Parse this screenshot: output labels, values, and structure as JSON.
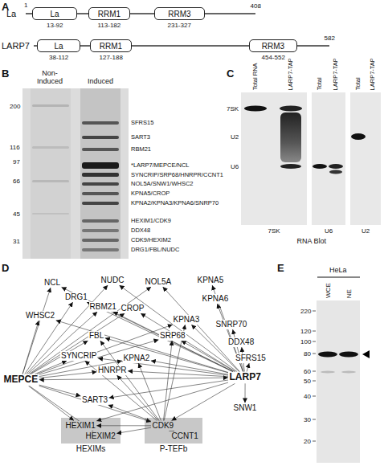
{
  "diagram": {
    "nodes": [
      {
        "text": [
          "La"
        ]
      },
      {
        "text": [
          "RRM1"
        ]
      },
      {
        "text": [
          "RRM3"
        ]
      },
      {
        "text": [
          "La"
        ]
      },
      {
        "text": [
          "RRM1"
        ]
      },
      {
        "text": [
          "RRM3"
        ]
      },
      {
        "text": [
          "NCL"
        ]
      },
      {
        "text": [
          "NUDC"
        ]
      },
      {
        "text": [
          "NOL5A"
        ]
      },
      {
        "text": [
          "KPNA5"
        ]
      },
      {
        "text": [
          "DRG1"
        ]
      },
      {
        "text": [
          "RBM21"
        ]
      },
      {
        "text": [
          "CROP"
        ]
      },
      {
        "text": [
          "KPNA6"
        ]
      },
      {
        "text": [
          "WHSC2"
        ]
      },
      {
        "text": [
          "KPNA3"
        ]
      },
      {
        "text": [
          "SNRP70"
        ]
      },
      {
        "text": [
          "SRP68"
        ]
      },
      {
        "text": [
          "DDX48"
        ]
      },
      {
        "text": [
          "FBL"
        ]
      },
      {
        "text": [
          "SFRS15"
        ]
      },
      {
        "text": [
          "SYNCRIP"
        ]
      },
      {
        "text": [
          "KPNA2"
        ]
      },
      {
        "text": [
          "HNRPR"
        ]
      },
      {
        "text": [
          "MEPCE"
        ]
      },
      {
        "text": [
          "LARP7"
        ]
      },
      {
        "text": [
          "SART3"
        ]
      },
      {
        "text": [
          "SNW1"
        ]
      },
      {
        "text": [
          "HEXIMs"
        ]
      },
      {
        "text": [
          "HEXIM1"
        ],
        "in": 28
      },
      {
        "text": [
          "HEXIM2"
        ],
        "in": 28
      },
      {
        "text": [
          "P-TEFb"
        ]
      },
      {
        "text": [
          "CDK9"
        ],
        "in": 31
      },
      {
        "text": [
          "CCNT1"
        ],
        "in": 31
      }
    ],
    "edges": [
      {
        "from": 24,
        "to": 6,
        "arrow": "to"
      },
      {
        "from": 24,
        "to": 10,
        "arrow": "to"
      },
      {
        "from": 24,
        "to": 14,
        "arrow": "to"
      },
      {
        "from": 24,
        "to": 11,
        "arrow": "to"
      },
      {
        "from": 24,
        "to": 7,
        "arrow": "to"
      },
      {
        "from": 24,
        "to": 12,
        "arrow": "to"
      },
      {
        "from": 24,
        "to": 19,
        "arrow": "to"
      },
      {
        "from": 24,
        "to": 21,
        "arrow": "to"
      },
      {
        "from": 24,
        "to": 23,
        "arrow": "to"
      },
      {
        "from": 24,
        "to": 22,
        "arrow": "to"
      },
      {
        "from": 24,
        "to": 26,
        "arrow": "to"
      },
      {
        "from": 24,
        "to": 29,
        "arrow": "to"
      },
      {
        "from": 24,
        "to": 30,
        "arrow": "to"
      },
      {
        "from": 24,
        "to": 32,
        "arrow": "to"
      },
      {
        "from": 24,
        "to": 8,
        "arrow": "to"
      },
      {
        "from": 24,
        "to": 15,
        "arrow": "to"
      },
      {
        "from": 24,
        "to": 17,
        "arrow": "to"
      },
      {
        "from": 24,
        "to": 25,
        "arrow": "both"
      },
      {
        "from": 25,
        "to": 6,
        "arrow": "to"
      },
      {
        "from": 25,
        "to": 7,
        "arrow": "to"
      },
      {
        "from": 25,
        "to": 8,
        "arrow": "to"
      },
      {
        "from": 25,
        "to": 9,
        "arrow": "to"
      },
      {
        "from": 25,
        "to": 13,
        "arrow": "to"
      },
      {
        "from": 25,
        "to": 15,
        "arrow": "to"
      },
      {
        "from": 25,
        "to": 16,
        "arrow": "to"
      },
      {
        "from": 25,
        "to": 17,
        "arrow": "to"
      },
      {
        "from": 25,
        "to": 18,
        "arrow": "to"
      },
      {
        "from": 25,
        "to": 20,
        "arrow": "to"
      },
      {
        "from": 25,
        "to": 27,
        "arrow": "to"
      },
      {
        "from": 25,
        "to": 22,
        "arrow": "to"
      },
      {
        "from": 25,
        "to": 23,
        "arrow": "to"
      },
      {
        "from": 25,
        "to": 21,
        "arrow": "to"
      },
      {
        "from": 25,
        "to": 19,
        "arrow": "to"
      },
      {
        "from": 25,
        "to": 12,
        "arrow": "to"
      },
      {
        "from": 25,
        "to": 11,
        "arrow": "to"
      },
      {
        "from": 25,
        "to": 10,
        "arrow": "to"
      },
      {
        "from": 25,
        "to": 14,
        "arrow": "to"
      },
      {
        "from": 25,
        "to": 26,
        "arrow": "to"
      },
      {
        "from": 25,
        "to": 32,
        "arrow": "to"
      },
      {
        "from": 25,
        "to": 29,
        "arrow": "to"
      },
      {
        "from": 32,
        "to": 33,
        "arrow": "to"
      },
      {
        "from": 32,
        "to": 29,
        "arrow": "to"
      },
      {
        "from": 32,
        "to": 30,
        "arrow": "to"
      },
      {
        "from": 32,
        "to": 22,
        "arrow": "to"
      },
      {
        "from": 32,
        "to": 19,
        "arrow": "to"
      },
      {
        "from": 32,
        "to": 23,
        "arrow": "to"
      },
      {
        "from": 32,
        "to": 21,
        "arrow": "to"
      },
      {
        "from": 32,
        "to": 17,
        "arrow": "to"
      },
      {
        "from": 32,
        "to": 15,
        "arrow": "to"
      },
      {
        "from": 32,
        "to": 26,
        "arrow": "to"
      }
    ],
    "labels": [
      "A",
      "La",
      "1",
      "408",
      "13-92",
      "113-182",
      "231-327",
      "LARP7",
      "582",
      "38-112",
      "127-188",
      "454-552",
      "B",
      "Non-Induced",
      "Induced",
      "200",
      "116",
      "97",
      "66",
      "45",
      "31",
      "SFRS15",
      "SART3",
      "RBM21",
      "*LARP7/MEPCE/NCL",
      "SYNCRIP/SRP68/HNRPR/CCNT1",
      "NOL5A/SNW1/WHSC2",
      "KPNA5/CROP",
      "KPNA2/KPNA3/KPNA6/SNRP70",
      "HEXIM1/CDK9",
      "DDX48",
      "CDK9/HEXIM2",
      "DRG1/FBL/NUDC",
      "C",
      "Total RNA",
      "LARP7-TAP",
      "Total",
      "LARP7-TAP",
      "Total",
      "LARP7-TAP",
      "7SK",
      "U2",
      "U6",
      "7SK",
      "U6",
      "U2",
      "RNA Blot",
      "D",
      "E",
      "HeLa",
      "WCE",
      "NE",
      "220",
      "120",
      "100",
      "80",
      "60",
      "50",
      "40",
      "30",
      "20"
    ]
  }
}
